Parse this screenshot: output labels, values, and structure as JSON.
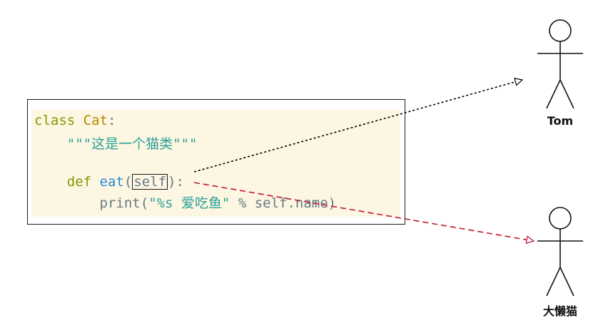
{
  "code": {
    "line1": {
      "kw": "class",
      "name": "Cat",
      "colon": ":"
    },
    "line2": {
      "docstring": "\"\"\"这是一个猫类\"\"\""
    },
    "line4": {
      "kw": "def",
      "fn": "eat",
      "open": "(",
      "param": "self",
      "close": "):"
    },
    "line5": {
      "fn": "print",
      "open": "(",
      "str": "\"%s 爱吃鱼\"",
      "rest": " % self.name)"
    }
  },
  "actors": {
    "tom": {
      "label": "Tom"
    },
    "lazy_cat": {
      "label": "大懒猫"
    }
  },
  "colors": {
    "keyword": "#859900",
    "class_name": "#b58900",
    "function": "#268bd2",
    "string": "#2aa198",
    "code_background": "#fdf6e3",
    "arrow_tom": "#000000",
    "arrow_lazy_cat": "#c0152f"
  }
}
